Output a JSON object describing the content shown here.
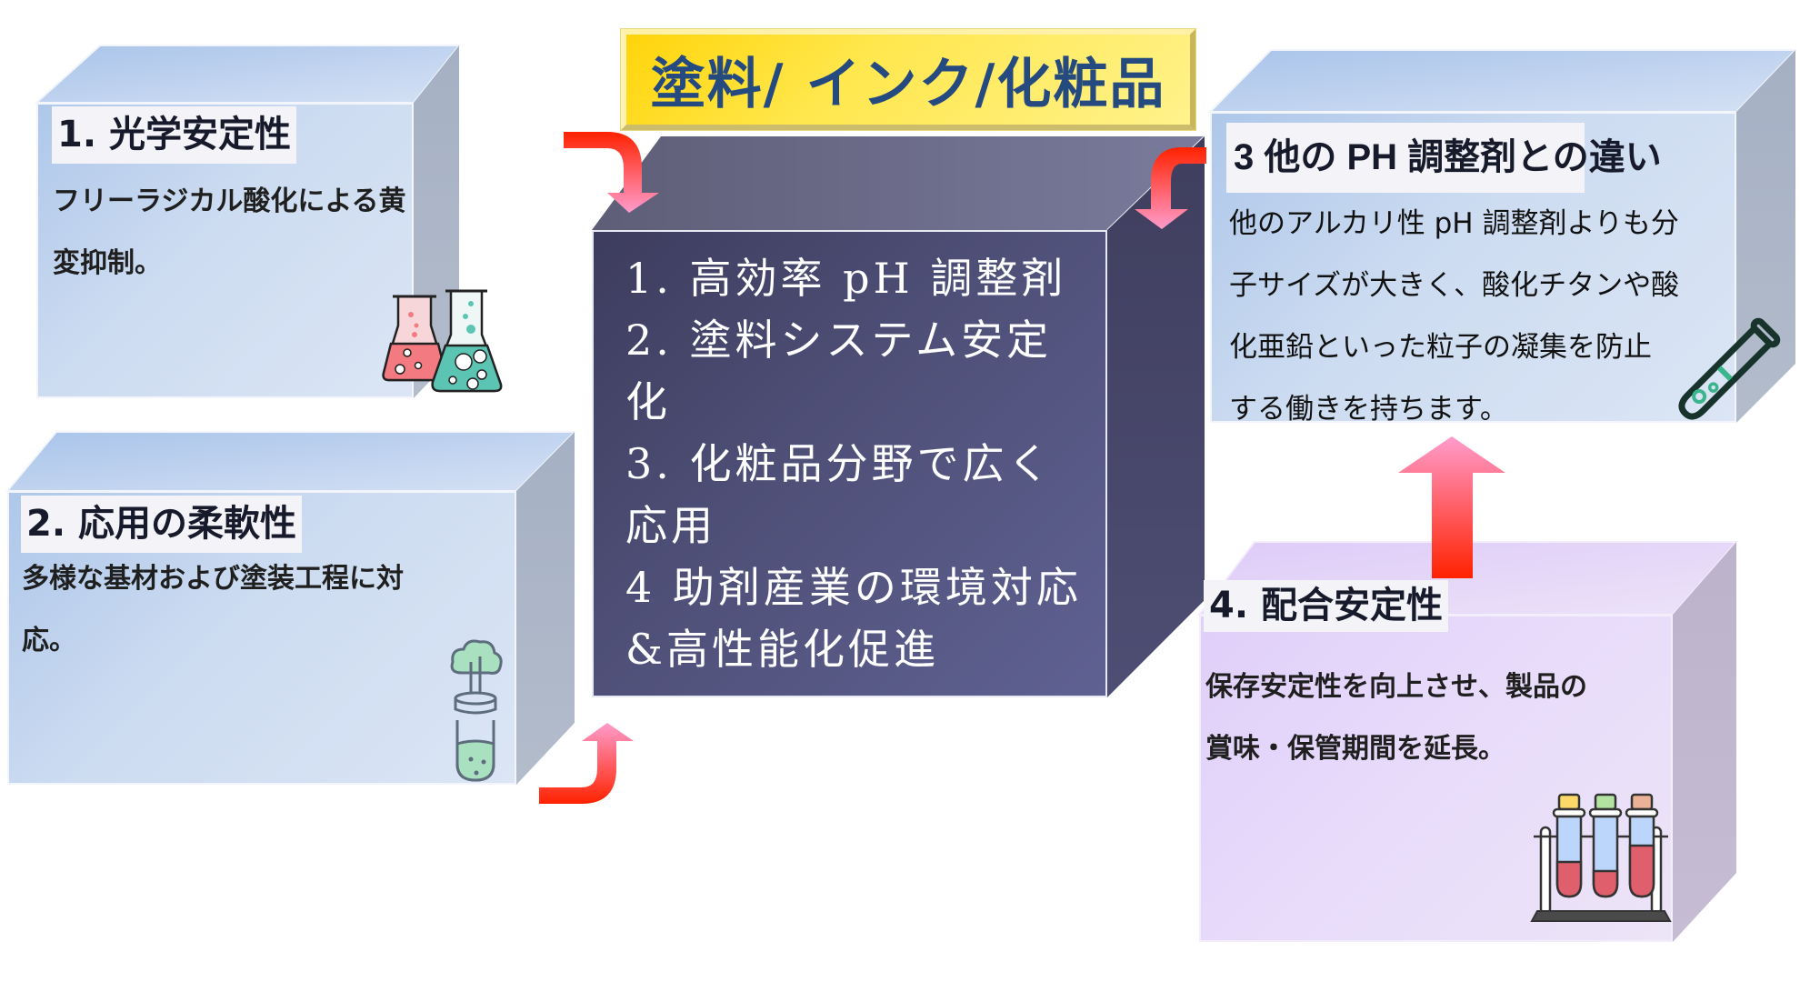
{
  "title": "塗料/ インク/化粧品",
  "center": {
    "lines": [
      "1. 高効率 pH 調整剤",
      "2. 塗料システム安定",
      "化",
      "3. 化粧品分野で広く",
      "応用",
      "4 助剤産業の環境対応",
      "&高性能化促進"
    ]
  },
  "boxes": [
    {
      "heading": "1. 光学安定性",
      "lines": [
        "フリーラジカル酸化による黄",
        "変抑制。"
      ],
      "icon": "flasks-icon"
    },
    {
      "heading": "2. 応用の柔軟性",
      "lines": [
        "多様な基材および塗装工程に対",
        "応。"
      ],
      "icon": "test-tube-vapor-icon"
    },
    {
      "heading": "3 他の PH 調整剤との違い",
      "lines": [
        "他のアルカリ性 pH 調整剤よりも分",
        "子サイズが大きく、酸化チタンや酸",
        "化亜鉛といった粒子の凝集を防止",
        "する働きを持ちます。"
      ],
      "icon": "test-tube-icon"
    },
    {
      "heading": "4. 配合安定性",
      "lines": [
        "保存安定性を向上させ、製品の",
        "賞味・保管期間を延長。"
      ],
      "icon": "test-tube-rack-icon"
    }
  ],
  "colors": {
    "light_box": "#cddcf1",
    "purple_box": "#e8dcfa",
    "dark_box": "#4f5078",
    "title_bg": "#ffe74d",
    "title_text": "#244a7f",
    "arrow_start": "#ff2200",
    "arrow_end": "#ff9ccc"
  }
}
